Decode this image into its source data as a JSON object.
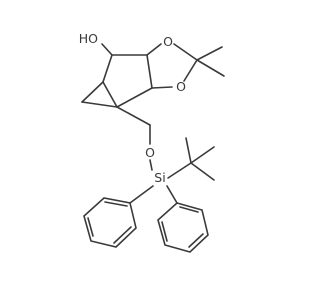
{
  "molecule": {
    "atoms": {
      "hydroxyl": "HO",
      "ring_oxygen_top": "O",
      "ring_oxygen_bottom": "O",
      "ether_oxygen": "O",
      "silicon": "Si"
    }
  }
}
